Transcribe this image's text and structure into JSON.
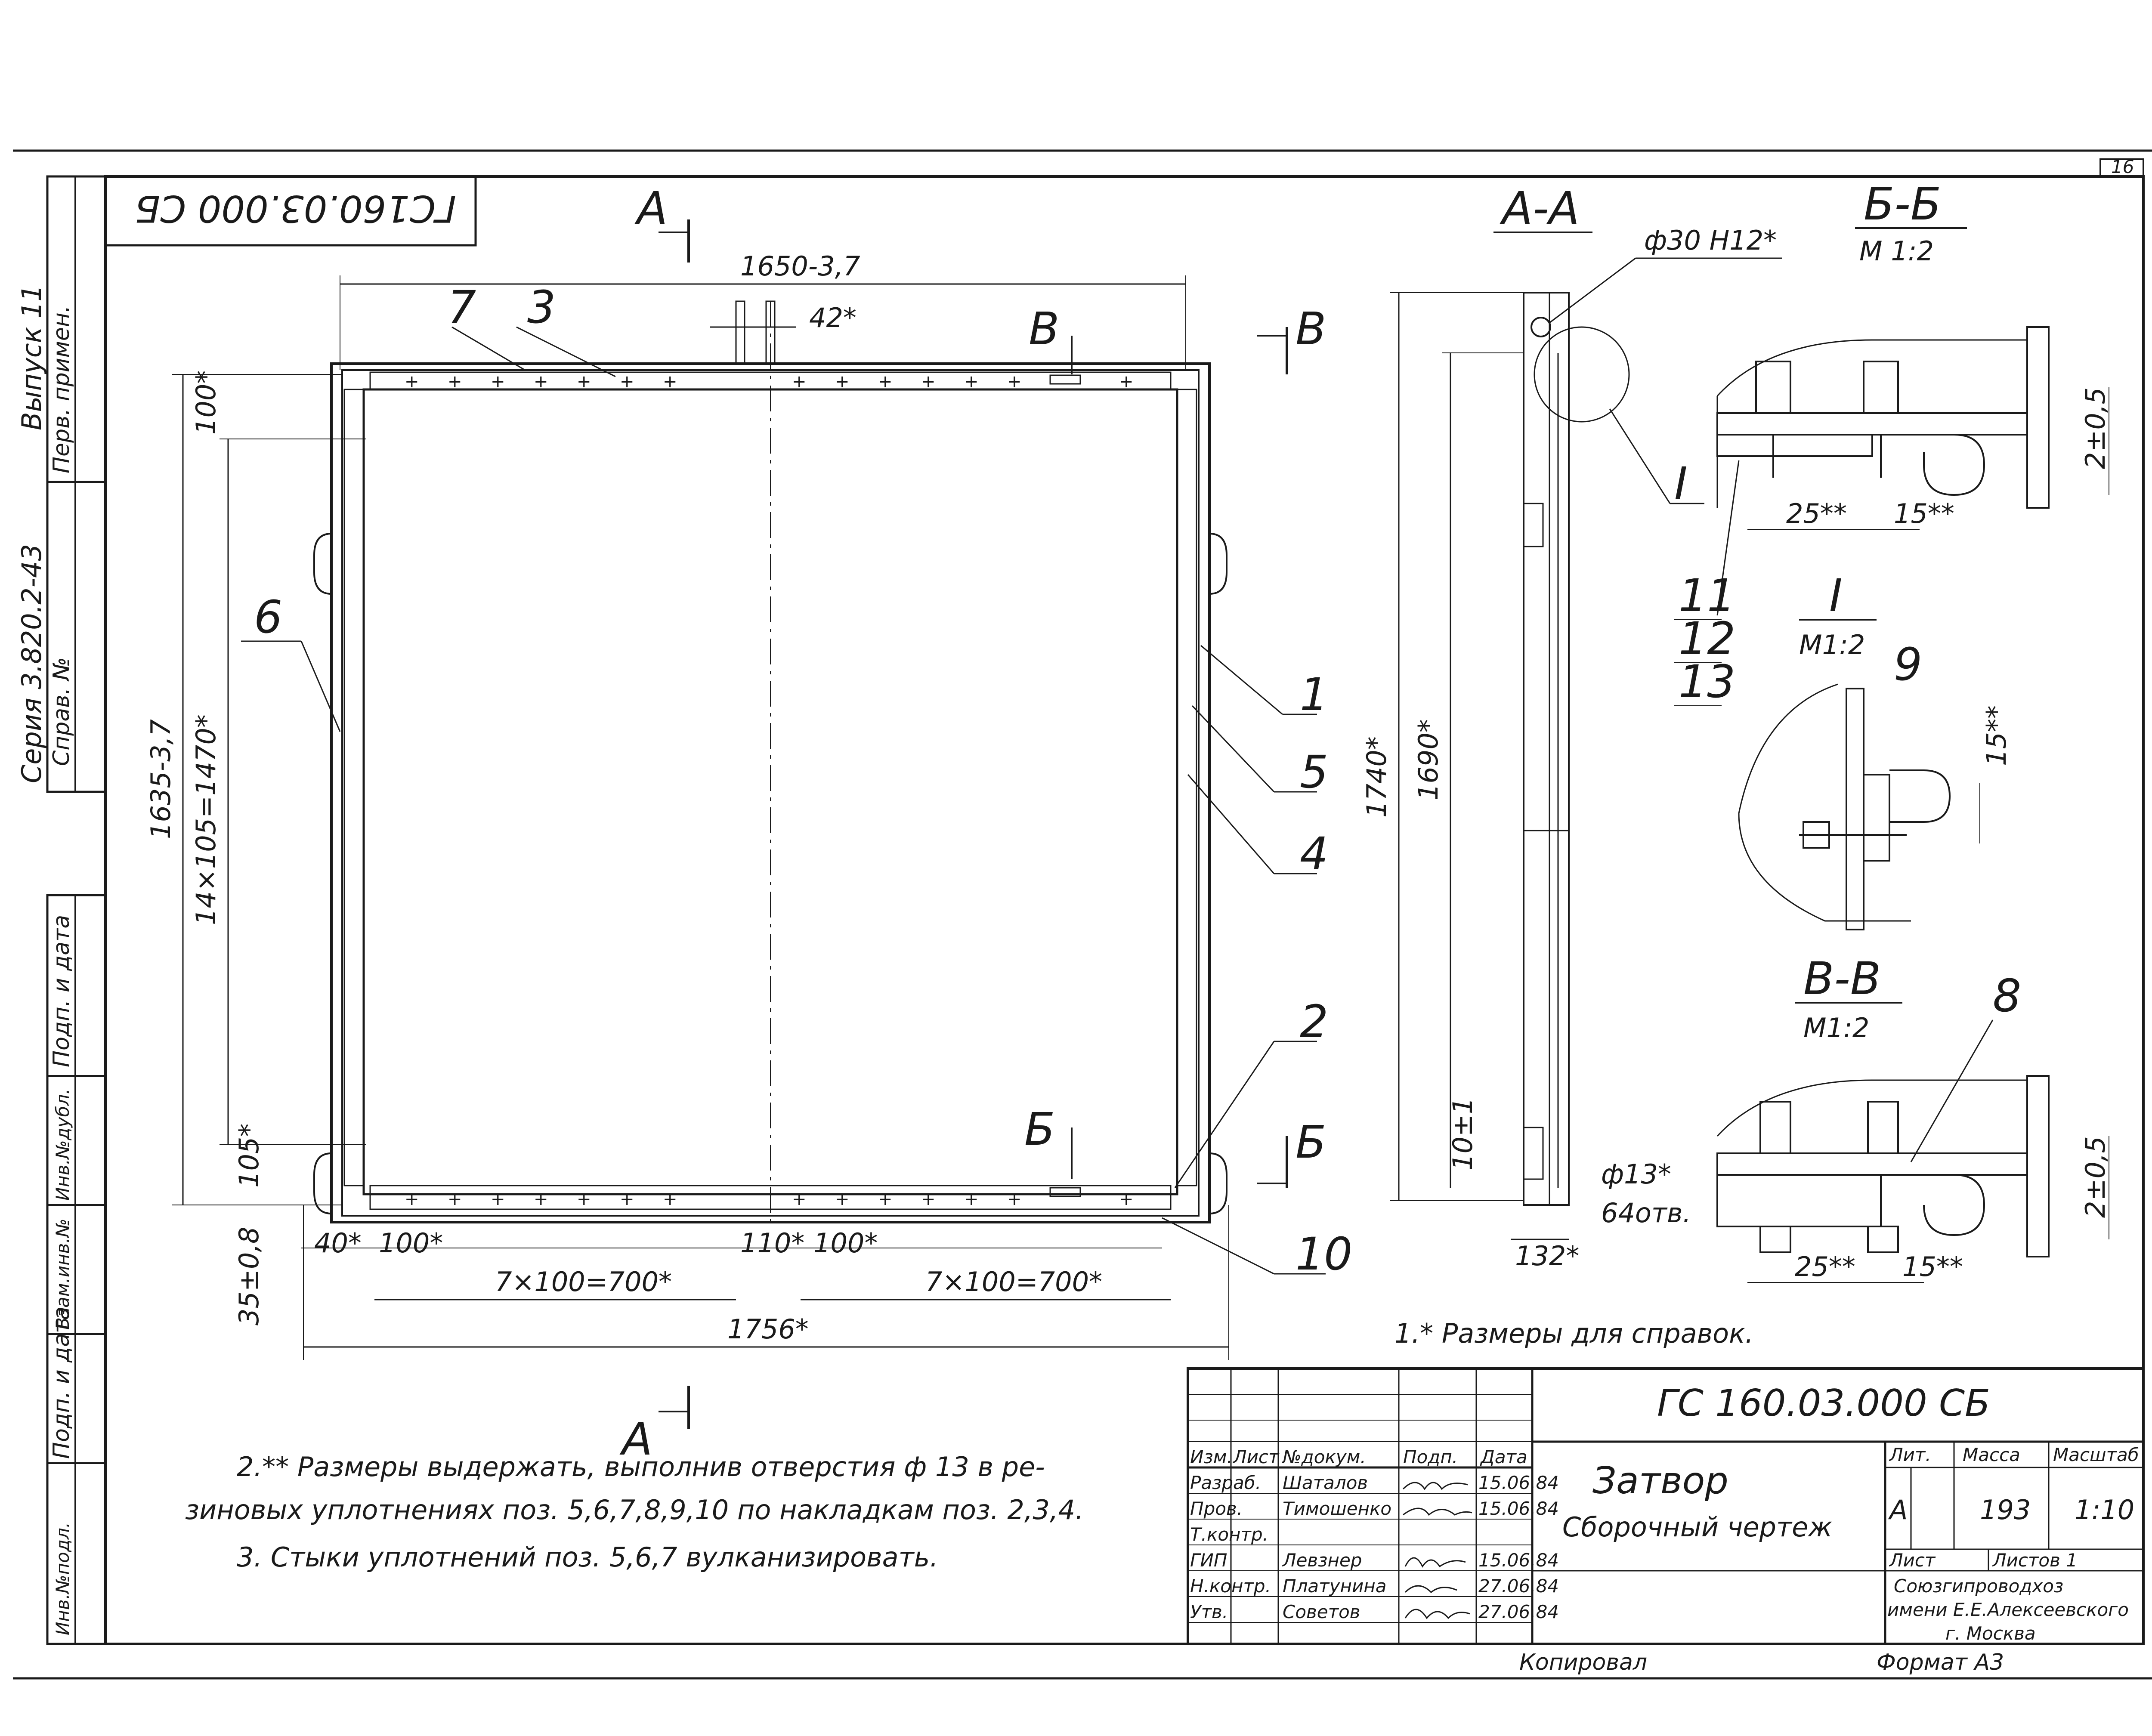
{
  "document": {
    "code": "ГС 160.03.000 СБ",
    "code_stamp": "ГС160.03.000 СБ",
    "sheet_tab": "16",
    "title": "Затвор",
    "subtitle": "Сборочный чертеж",
    "copied_label": "Копировал",
    "format_label": "Формат А3"
  },
  "side_stamp": {
    "series": "Серия 3.820.2-43",
    "issue": "Выпуск 11",
    "first_use": "Перв. примен.",
    "ref_no": "Справ. №",
    "sign_date": "Подп. и дата",
    "inv_dupl": "Инв.№дубл.",
    "replace_inv": "Взам.инв.№",
    "sign_date2": "Подп. и дата",
    "inv_orig": "Инв.№подл."
  },
  "title_block": {
    "col_headers": [
      "Изм.",
      "Лист",
      "№докум.",
      "Подп.",
      "Дата"
    ],
    "rows": [
      {
        "role": "Разраб.",
        "name": "Шаталов",
        "date": "15.06.84"
      },
      {
        "role": "Пров.",
        "name": "Тимошенко",
        "date": "15.06.84"
      },
      {
        "role": "Т.контр.",
        "name": "",
        "date": ""
      },
      {
        "role": "ГИП",
        "name": "Левзнер",
        "date": "15.06.84"
      },
      {
        "role": "Н.контр.",
        "name": "Платунина",
        "date": "27.06.84"
      },
      {
        "role": "Утв.",
        "name": "Советов",
        "date": "27.06.84"
      }
    ],
    "lit_label": "Лит.",
    "mass_label": "Масса",
    "scale_label": "Масштаб",
    "lit_value": "А",
    "mass_value": "193",
    "scale_value": "1:10",
    "sheet_label": "Лист",
    "sheets_label": "Листов 1",
    "org_line1": "Союзгипроводхоз",
    "org_line2": "имени Е.Е.Алексеевского",
    "org_line3": "г. Москва"
  },
  "notes": {
    "n1": "1.* Размеры для справок.",
    "n2a": "2.** Размеры выдержать, выполнив отверстия ф 13 в ре-",
    "n2b": "зиновых уплотнениях поз. 5,6,7,8,9,10 по накладкам поз. 2,3,4.",
    "n3": "3. Стыки уплотнений поз. 5,6,7 вулканизировать."
  },
  "views": {
    "section_aa": "А-А",
    "section_bb": "Б-Б",
    "section_vv": "В-В",
    "detail_i": "I",
    "scale_2": "М 1:2",
    "scale_2b": "М1:2",
    "cut_a": "А",
    "cut_b": "Б",
    "cut_v": "В"
  },
  "dimensions": {
    "width_top": "1650-3,7",
    "pitch_42": "42*",
    "height_left": "1635-3,7",
    "pitch_vert": "14×105=1470*",
    "top_100": "100*",
    "bot_105": "105*",
    "bot_35": "35±0,8",
    "d40": "40*",
    "d100a": "100*",
    "d110": "110*",
    "d100b": "100*",
    "run_left": "7×100=700*",
    "run_right": "7×100=700*",
    "overall": "1756*",
    "h1740": "1740*",
    "h1690": "1690*",
    "h10": "10±1",
    "w132": "132*",
    "hole30": "ф30 Н12*",
    "hole13": "ф13*",
    "holes_count": "64отв.",
    "bb_25": "25**",
    "bb_15": "15**",
    "bb_2": "2±0,5",
    "i_15": "15**",
    "vv_25": "25**",
    "vv_15": "15**",
    "vv_2": "2±0,5"
  },
  "positions": [
    "1",
    "2",
    "3",
    "4",
    "5",
    "6",
    "7",
    "8",
    "9",
    "10",
    "11",
    "12",
    "13"
  ]
}
